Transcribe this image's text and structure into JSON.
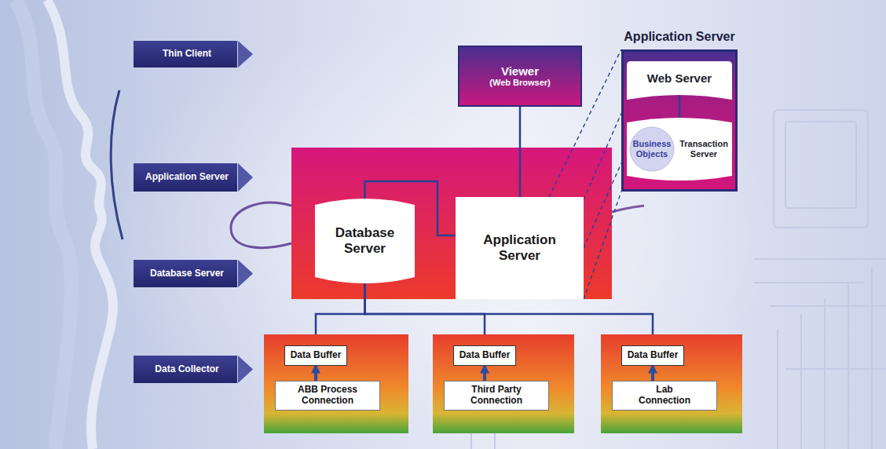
{
  "diagram": {
    "nodes": [
      {
        "text": [
          "Thin Client"
        ]
      },
      {
        "text": [
          "Viewer",
          "(Web Browser)"
        ]
      },
      {
        "text": [
          "Application Server"
        ]
      },
      {
        "text": [
          "Web Server"
        ],
        "in": 2
      },
      {
        "text": [
          "Transaction Server"
        ],
        "in": 2
      },
      {
        "text": [
          "Business Objects"
        ],
        "in": 4
      },
      {
        "text": [
          "Application Server"
        ]
      },
      {
        "text": [
          "Database Server"
        ]
      },
      {
        "text": [
          "Application Server"
        ]
      },
      {
        "text": [
          "Database Server"
        ]
      },
      {
        "text": [
          "Data Collector"
        ]
      },
      {
        "text": [
          "Data Buffer"
        ]
      },
      {
        "text": [
          "ABB Process Connection"
        ]
      },
      {
        "text": [
          "Data Buffer"
        ]
      },
      {
        "text": [
          "Third Party Connection"
        ]
      },
      {
        "text": [
          "Data Buffer"
        ]
      },
      {
        "text": [
          "Lab Connection"
        ]
      }
    ],
    "edges": [
      {
        "from": 1,
        "to": 8,
        "arrow": "none"
      },
      {
        "from": 7,
        "to": 8,
        "arrow": "none"
      },
      {
        "from": 3,
        "to": 4,
        "arrow": "none"
      },
      {
        "from": 8,
        "to": 2,
        "arrow": "none"
      },
      {
        "from": 8,
        "to": 2,
        "arrow": "none"
      },
      {
        "from": 8,
        "to": 2,
        "arrow": "none"
      },
      {
        "from": 8,
        "to": 2,
        "arrow": "none"
      },
      {
        "from": 7,
        "to": 11,
        "arrow": "none"
      },
      {
        "from": 7,
        "to": 13,
        "arrow": "none"
      },
      {
        "from": 7,
        "to": 15,
        "arrow": "none"
      },
      {
        "from": 12,
        "to": 11,
        "arrow": "to"
      },
      {
        "from": 14,
        "to": 13,
        "arrow": "to"
      },
      {
        "from": 16,
        "to": 15,
        "arrow": "to"
      }
    ]
  }
}
